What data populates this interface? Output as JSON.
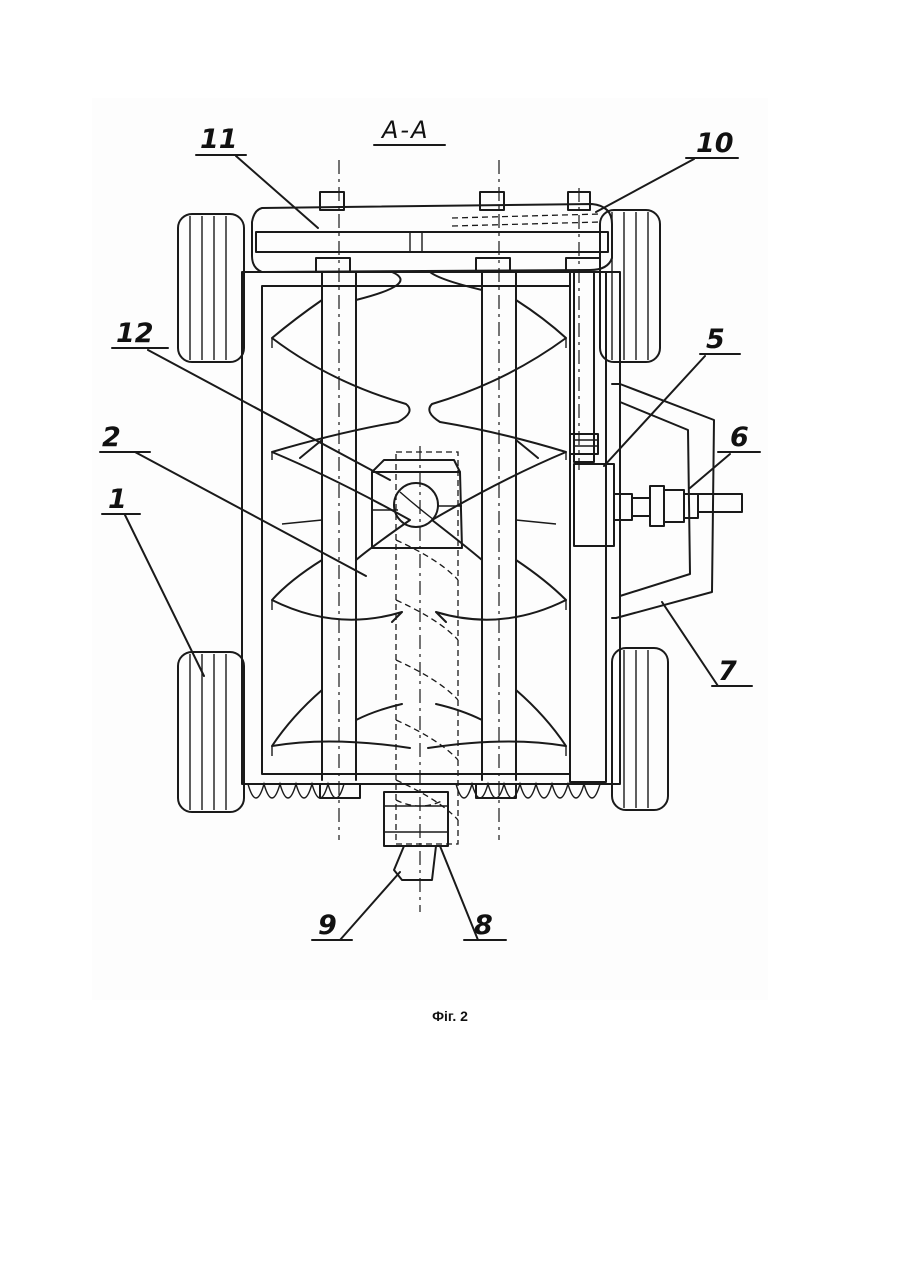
{
  "section_label": "A-A",
  "caption": "Фіг. 2",
  "callouts": {
    "c1": "1",
    "c2": "2",
    "c5": "5",
    "c6": "6",
    "c7": "7",
    "c8": "8",
    "c9": "9",
    "c10": "10",
    "c11": "11",
    "c12": "12"
  }
}
